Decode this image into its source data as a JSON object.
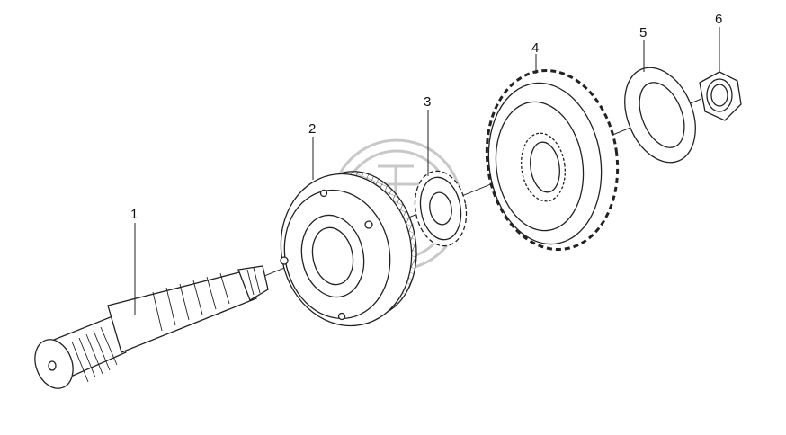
{
  "diagram": {
    "labels": {
      "shaft": "1",
      "synchronizer": "2",
      "small_gear": "3",
      "large_gear": "4",
      "washer": "5",
      "nut": "6"
    },
    "colors": {
      "line": "#222222",
      "watermark": "#c8c8c8",
      "background": "#ffffff"
    }
  }
}
